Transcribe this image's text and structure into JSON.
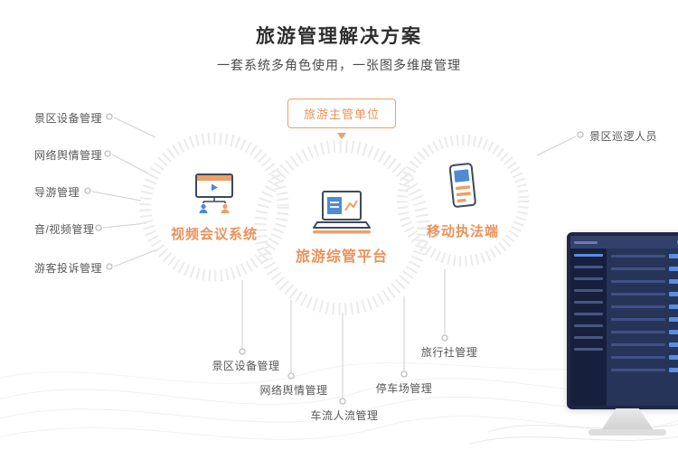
{
  "header": {
    "title": "旅游管理解决方案",
    "subtitle": "一套系统多角色使用，一张图多维度管理"
  },
  "top_node": {
    "label": "旅游主管单位"
  },
  "circles": [
    {
      "label": "视频会议系统",
      "icon": "video-conference-icon"
    },
    {
      "label": "旅游综管平台",
      "icon": "platform-laptop-icon"
    },
    {
      "label": "移动执法端",
      "icon": "mobile-enforcement-icon"
    }
  ],
  "left_labels": [
    "景区设备管理",
    "网络舆情管理",
    "导游管理",
    "音/视频管理",
    "游客投诉管理"
  ],
  "right_labels": [
    "景区巡逻人员"
  ],
  "bottom_labels": [
    "景区设备管理",
    "网络舆情管理",
    "车流人流管理",
    "停车场管理",
    "旅行社管理"
  ],
  "colors": {
    "accent_orange": "#E8935C",
    "icon_blue": "#4E8BD5",
    "icon_outline": "#3D4A5C",
    "text_dark": "#2E2E2E",
    "text_gray": "#575757",
    "line_gray": "#CFCFCF"
  }
}
